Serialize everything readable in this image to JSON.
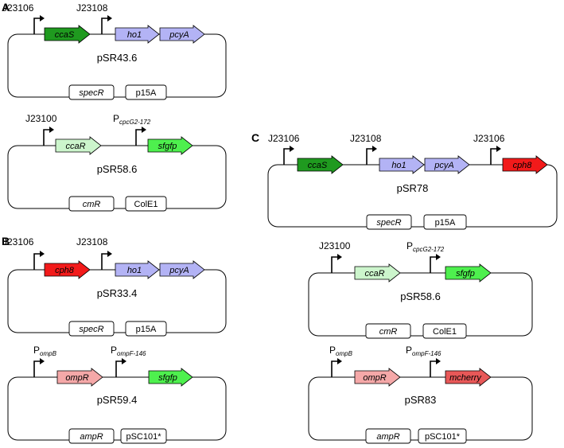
{
  "colors": {
    "ccaS": "#1f9a1f",
    "ho1": "#b3b3f5",
    "pcyA": "#b3b3f5",
    "ccaR": "#ccf5cc",
    "sfgfp": "#4ef04e",
    "cph8": "#f21a1a",
    "ompR": "#f5a8a8",
    "mcherry": "#e85858",
    "outline": "#000000"
  },
  "panels": {
    "A": {
      "letter": "A",
      "plasmids": [
        {
          "name": "pSR43.6",
          "promoters": [
            {
              "label": "J23106",
              "sub": ""
            },
            {
              "label": "J23108",
              "sub": ""
            }
          ],
          "genes": [
            "ccaS",
            "ho1",
            "pcyA"
          ],
          "markers": [
            "specR",
            "p15A"
          ]
        },
        {
          "name": "pSR58.6",
          "promoters": [
            {
              "label": "J23100",
              "sub": ""
            },
            {
              "label": "P",
              "sub": "cpcG2-172"
            }
          ],
          "genes": [
            "ccaR",
            "sfgfp"
          ],
          "markers": [
            "cmR",
            "ColE1"
          ]
        }
      ]
    },
    "B": {
      "letter": "B",
      "plasmids": [
        {
          "name": "pSR33.4",
          "promoters": [
            {
              "label": "J23106",
              "sub": ""
            },
            {
              "label": "J23108",
              "sub": ""
            }
          ],
          "genes": [
            "cph8",
            "ho1",
            "pcyA"
          ],
          "markers": [
            "specR",
            "p15A"
          ]
        },
        {
          "name": "pSR59.4",
          "promoters": [
            {
              "label": "P",
              "sub": "ompB"
            },
            {
              "label": "P",
              "sub": "ompF-146"
            }
          ],
          "genes": [
            "ompR",
            "sfgfp"
          ],
          "markers": [
            "ampR",
            "pSC101*"
          ]
        }
      ]
    },
    "C": {
      "letter": "C",
      "plasmids": [
        {
          "name": "pSR78",
          "promoters": [
            {
              "label": "J23106",
              "sub": ""
            },
            {
              "label": "J23108",
              "sub": ""
            },
            {
              "label": "J23106",
              "sub": ""
            }
          ],
          "genes": [
            "ccaS",
            "ho1",
            "pcyA",
            "cph8"
          ],
          "markers": [
            "specR",
            "p15A"
          ]
        },
        {
          "name": "pSR58.6",
          "promoters": [
            {
              "label": "J23100",
              "sub": ""
            },
            {
              "label": "P",
              "sub": "cpcG2-172"
            }
          ],
          "genes": [
            "ccaR",
            "sfgfp"
          ],
          "markers": [
            "cmR",
            "ColE1"
          ]
        },
        {
          "name": "pSR83",
          "promoters": [
            {
              "label": "P",
              "sub": "ompB"
            },
            {
              "label": "P",
              "sub": "ompF-146"
            }
          ],
          "genes": [
            "ompR",
            "mcherry"
          ],
          "markers": [
            "ampR",
            "pSC101*"
          ]
        }
      ]
    }
  }
}
